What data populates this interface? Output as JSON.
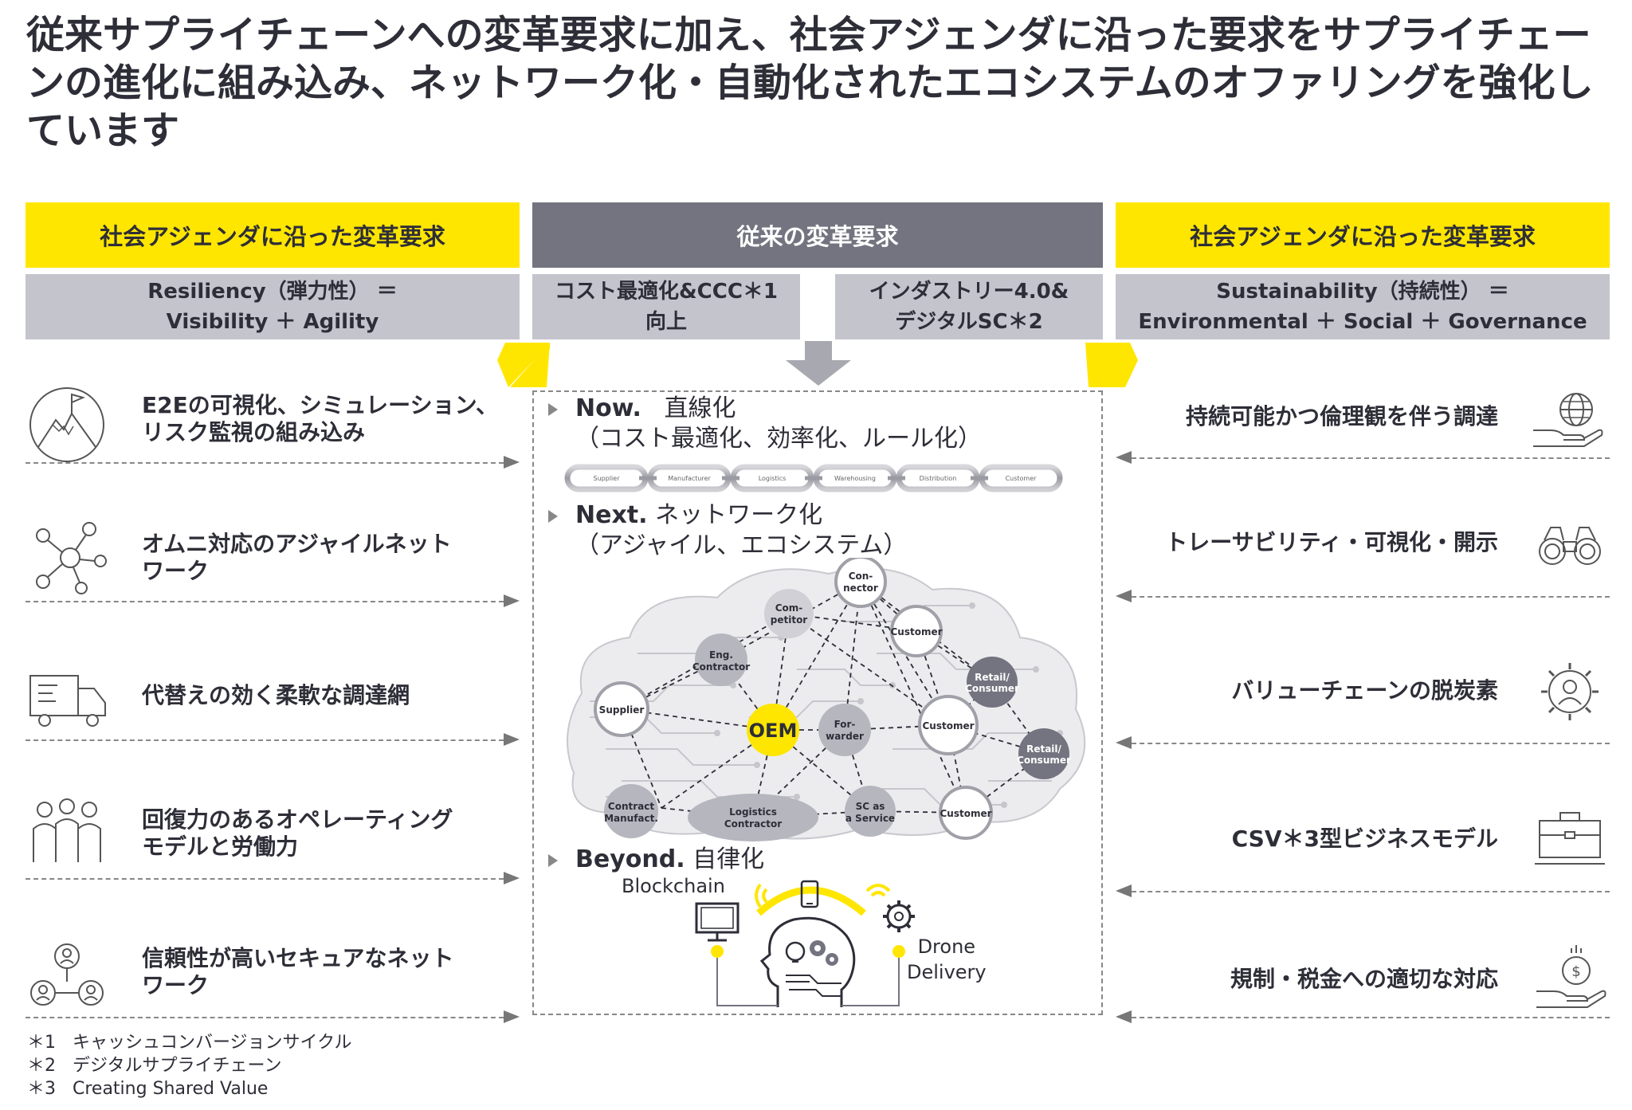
{
  "title": "従来サプライチェーンへの変革要求に加え、社会アジェンダに沿った要求をサプライチェーンの進化に組み込み、ネットワーク化・自動化されたエコシステムのオファリングを強化しています",
  "left": {
    "header": "社会アジェンダに沿った変革要求",
    "sub_line1": "Resiliency（弾力性） ＝",
    "sub_line2": "Visibility ＋ Agility",
    "items": [
      {
        "line1": "E2Eの可視化、シミュレーション、",
        "line2": "リスク監視の組み込み",
        "icon": "mountain-flag-icon"
      },
      {
        "line1": "オムニ対応のアジャイルネット",
        "line2": "ワーク",
        "icon": "network-hub-icon"
      },
      {
        "line1": "代替えの効く柔軟な調達網",
        "line2": "",
        "icon": "delivery-truck-icon"
      },
      {
        "line1": "回復力のあるオペレーティング",
        "line2": "モデルと労働力",
        "icon": "people-group-icon"
      },
      {
        "line1": "信頼性が高いセキュアなネット",
        "line2": "ワーク",
        "icon": "secure-network-icon"
      }
    ]
  },
  "center": {
    "header": "従来の変革要求",
    "sub1_line1": "コスト最適化&CCC＊1",
    "sub1_line2": "向上",
    "sub2_line1": "インダストリー4.0&",
    "sub2_line2": "デジタルSC＊2",
    "now_keyword": "Now.",
    "now_text": "直線化",
    "now_sub": "（コスト最適化、効率化、ルール化）",
    "chain_links": [
      "Supplier",
      "Manufacturer",
      "Logistics",
      "Warehousing",
      "Distribution",
      "Customer"
    ],
    "next_keyword": "Next.",
    "next_text": "ネットワーク化",
    "next_sub": "（アジャイル、エコシステム）",
    "network_nodes": {
      "oem": "OEM",
      "connector": [
        "Con-",
        "nector"
      ],
      "competitor": [
        "Com-",
        "petitor"
      ],
      "customer1": "Customer",
      "eng": [
        "Eng.",
        "Contractor"
      ],
      "retail1": [
        "Retail/",
        "Consumer"
      ],
      "supplier": "Supplier",
      "forwarder": [
        "For-",
        "warder"
      ],
      "customer2": "Customer",
      "retail2": [
        "Retail/",
        "Consumer"
      ],
      "contract": [
        "Contract",
        "Manufact."
      ],
      "logistics": [
        "Logistics",
        "Contractor"
      ],
      "scaas": [
        "SC as",
        "a Service"
      ],
      "customer3": "Customer"
    },
    "beyond_keyword": "Beyond.",
    "beyond_text": "自律化",
    "blockchain": "Blockchain",
    "drone_line1": "Drone",
    "drone_line2": "Delivery"
  },
  "right": {
    "header": "社会アジェンダに沿った変革要求",
    "sub_line1": "Sustainability（持続性） ＝",
    "sub_line2": "Environmental ＋ Social ＋ Governance",
    "items": [
      {
        "text": "持続可能かつ倫理観を伴う調達",
        "icon": "globe-in-hand-icon"
      },
      {
        "text": "トレーサビリティ・可視化・開示",
        "icon": "binoculars-icon"
      },
      {
        "text": "バリューチェーンの脱炭素",
        "icon": "person-gear-icon"
      },
      {
        "text": "CSV＊3型ビジネスモデル",
        "icon": "briefcase-icon"
      },
      {
        "text": "規制・税金への適切な対応",
        "icon": "money-in-hand-icon"
      }
    ]
  },
  "notes": [
    {
      "mark": "＊1",
      "text": "キャッシュコンバージョンサイクル"
    },
    {
      "mark": "＊2",
      "text": "デジタルサプライチェーン"
    },
    {
      "mark": "＊3",
      "text": "Creating Shared Value"
    }
  ],
  "colors": {
    "yellow": "#ffe600",
    "dark_grey": "#747480",
    "light_grey": "#c4c4cd",
    "text": "#2e2e38"
  }
}
